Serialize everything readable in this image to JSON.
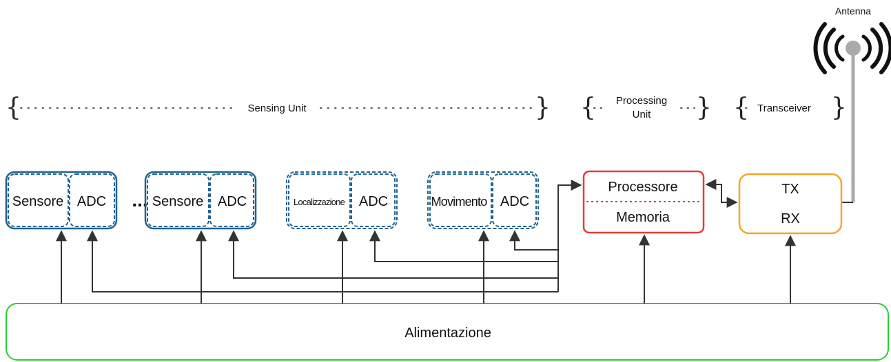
{
  "colors": {
    "sensor_blue": "#1f6391",
    "processor_red": "#e53a3a",
    "transceiver_orange": "#f5a623",
    "power_green": "#2ecc2e",
    "wire": "#333333",
    "antenna_grey": "#aaaaaa"
  },
  "groups": {
    "sensing_unit": "Sensing Unit",
    "processing_unit_line1": "Processing",
    "processing_unit_line2": "Unit",
    "transceiver": "Transceiver"
  },
  "antenna": {
    "label": "Antenna",
    "icon": "antenna-icon"
  },
  "sensor_blocks": [
    {
      "left": "Sensore",
      "right": "ADC"
    },
    {
      "left": "Sensore",
      "right": "ADC"
    },
    {
      "left": "Localizzazione",
      "right": "ADC"
    },
    {
      "left": "Movimento",
      "right": "ADC"
    }
  ],
  "ellipsis": "...",
  "processor": {
    "top": "Processore",
    "bottom": "Memoria"
  },
  "transceiver_block": {
    "top": "TX",
    "bottom": "RX"
  },
  "power": {
    "label": "Alimentazione"
  }
}
